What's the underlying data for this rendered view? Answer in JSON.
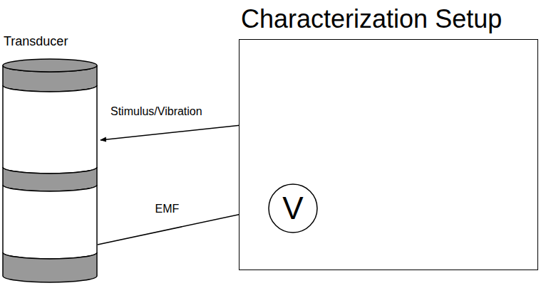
{
  "diagram": {
    "nodes": [
      {
        "text": [
          "Characterization Setup"
        ]
      },
      {
        "text": [
          "V"
        ],
        "in": 0
      },
      {
        "text": [
          "Transducer"
        ]
      }
    ],
    "edges": [
      {
        "from": 2,
        "to": 1,
        "label": "EMF",
        "arrow": "none"
      }
    ],
    "labels": [
      "Stimulus/Vibration"
    ]
  }
}
